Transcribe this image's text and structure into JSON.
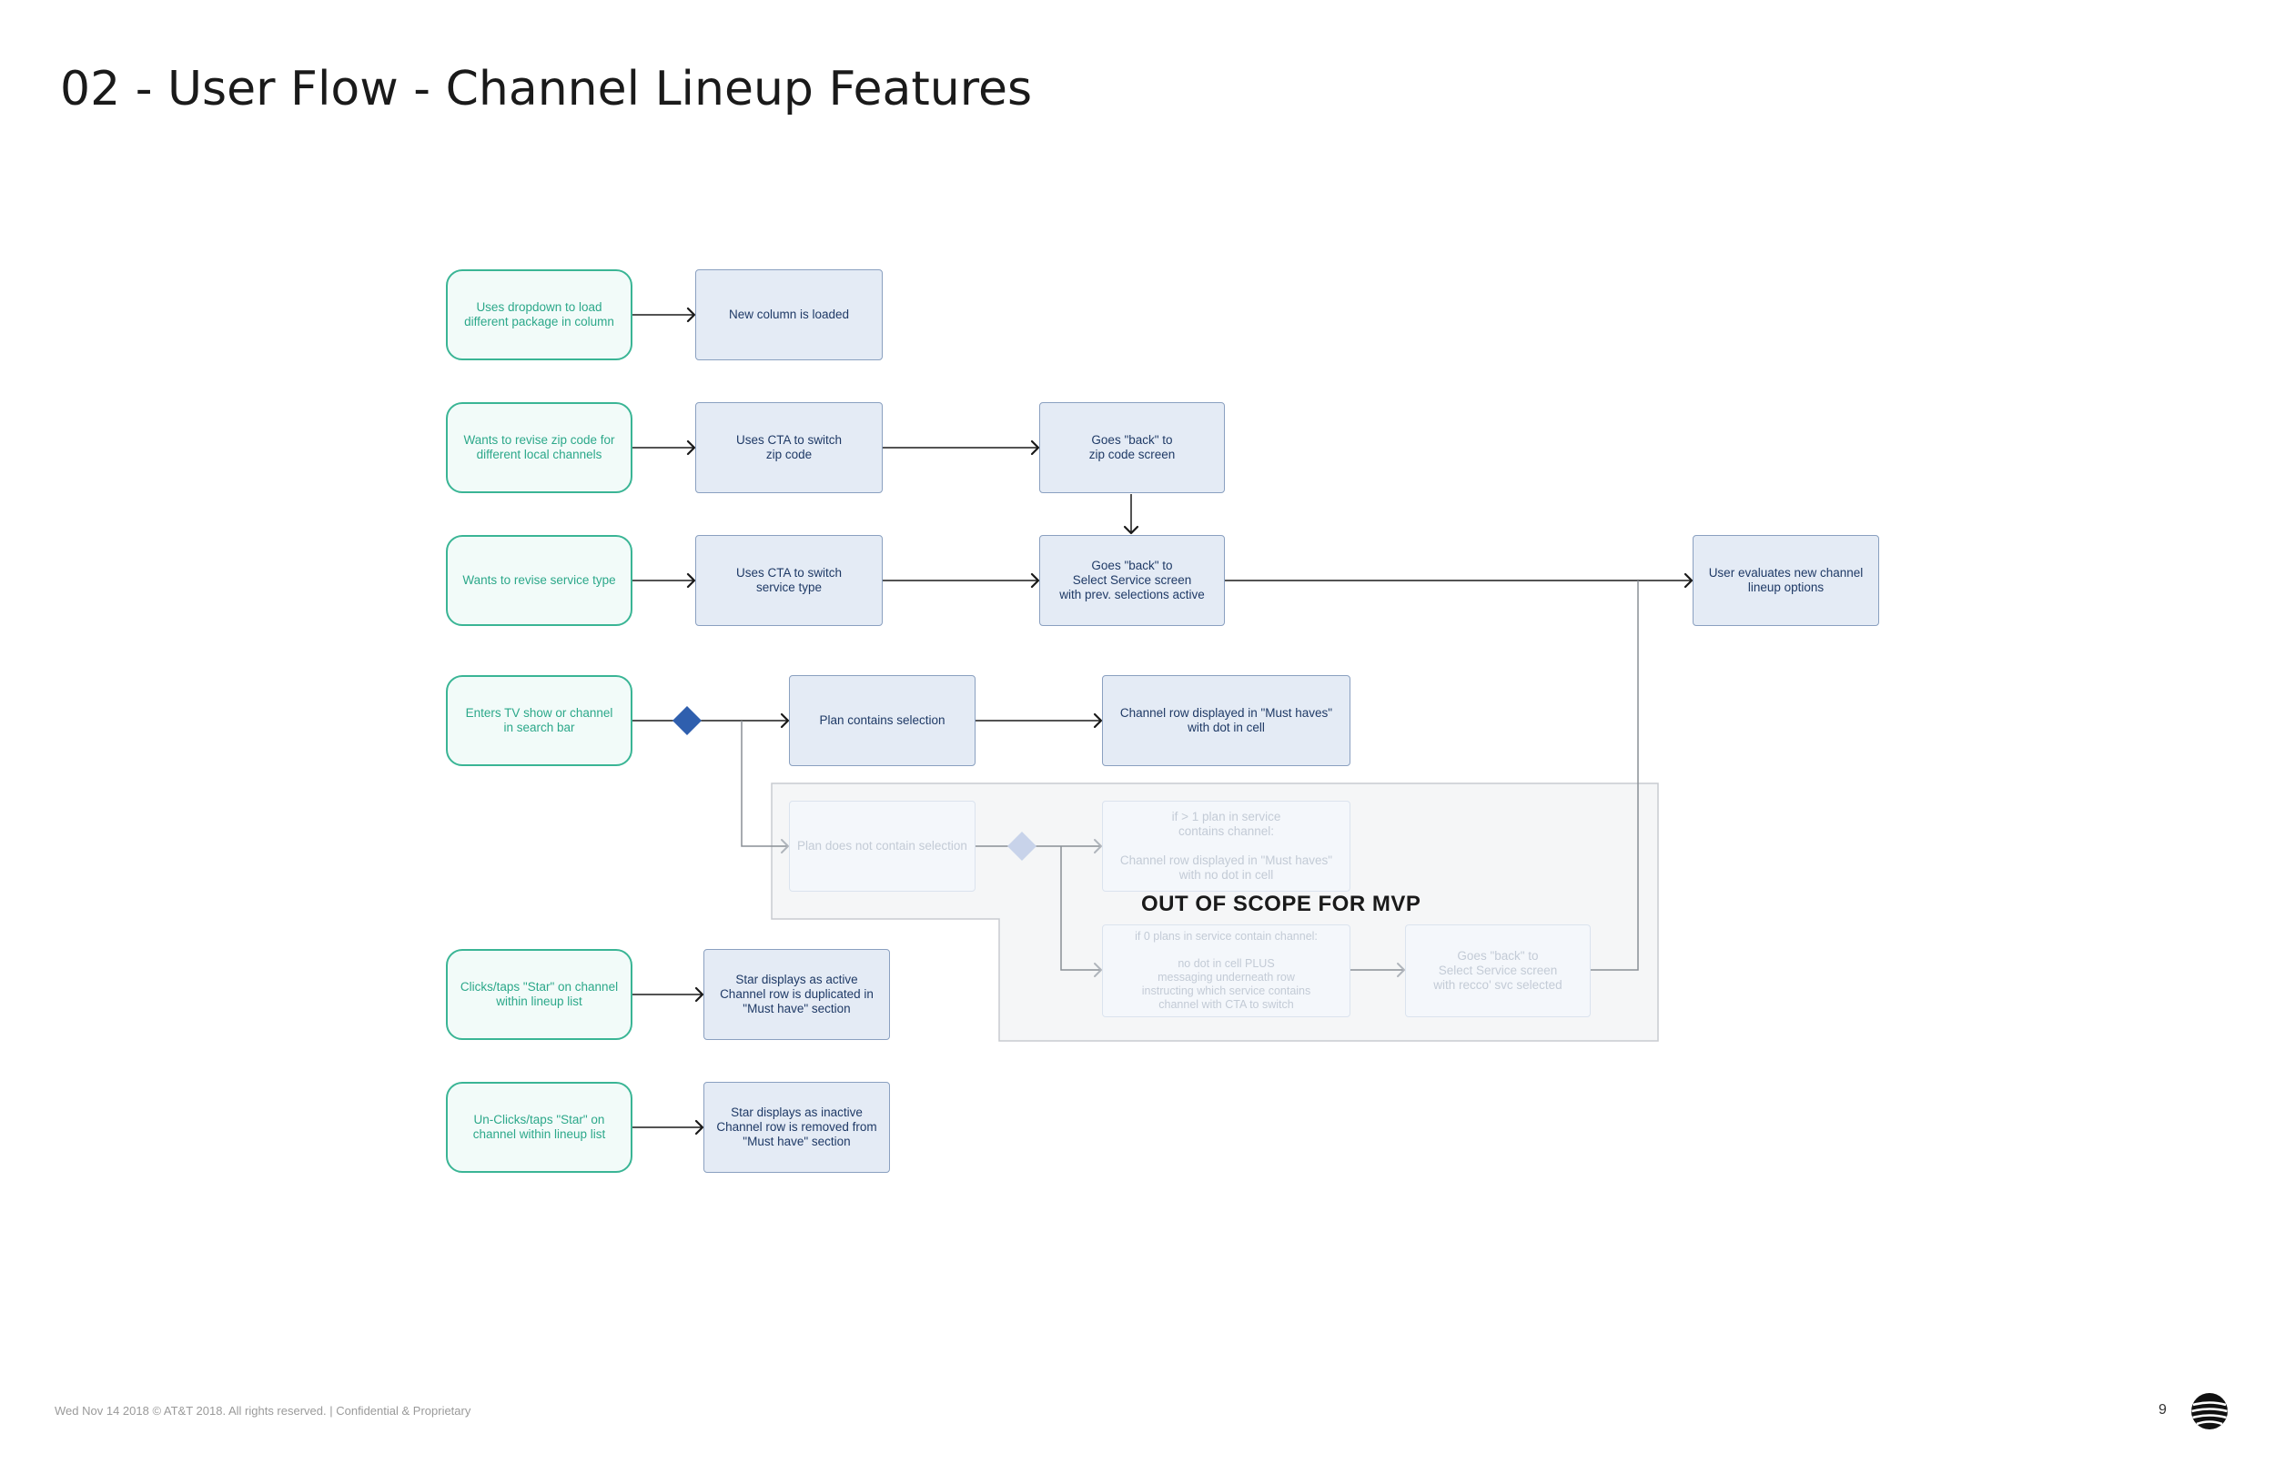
{
  "title": "02 - User Flow - Channel Lineup Features",
  "colors": {
    "start_border": "#3ab595",
    "step_fill": "#e4ebf5",
    "decision": "#2f5fae",
    "faded": "#c3cbd6"
  },
  "nodes": {
    "uses_dropdown": "Uses dropdown to load\ndifferent package in column",
    "new_column": "New column is loaded",
    "wants_zip": "Wants to revise zip code for\ndifferent local channels",
    "cta_zip": "Uses CTA to switch\nzip code",
    "back_zip": "Goes \"back\" to\nzip code screen",
    "wants_service": "Wants to revise service type",
    "cta_service": "Uses CTA to switch\nservice type",
    "back_service": "Goes \"back\" to\nSelect Service screen\nwith prev. selections active",
    "user_evaluates": "User evaluates new channel\nlineup options",
    "enters_search": "Enters TV show or channel\nin search bar",
    "plan_contains": "Plan contains selection",
    "channel_row_dot": "Channel row displayed in \"Must haves\"\nwith dot in cell",
    "plan_not_contain": "Plan does not contain selection",
    "multi_plan": "if > 1 plan in service\ncontains channel:\n\nChannel row displayed in \"Must haves\"\nwith no dot in cell",
    "zero_plan": "if 0 plans in service contain channel:\n\nno dot in cell PLUS\nmessaging underneath row\ninstructing which service contains\nchannel with CTA to switch",
    "back_recco": "Goes \"back\" to\nSelect Service screen\nwith recco' svc selected",
    "clicks_star": "Clicks/taps \"Star\" on channel\nwithin lineup list",
    "star_active": "Star displays as active\nChannel row is duplicated in\n\"Must have\" section",
    "unclicks_star": "Un-Clicks/taps \"Star\" on\nchannel within lineup list",
    "star_inactive": "Star displays as inactive\nChannel row is removed from\n\"Must have\" section"
  },
  "scope_label": "OUT OF SCOPE FOR MVP",
  "footer": "Wed Nov 14 2018   © AT&T 2018. All rights reserved.   |   Confidential & Proprietary",
  "page_number": "9",
  "logo_icon": "att-globe-icon"
}
